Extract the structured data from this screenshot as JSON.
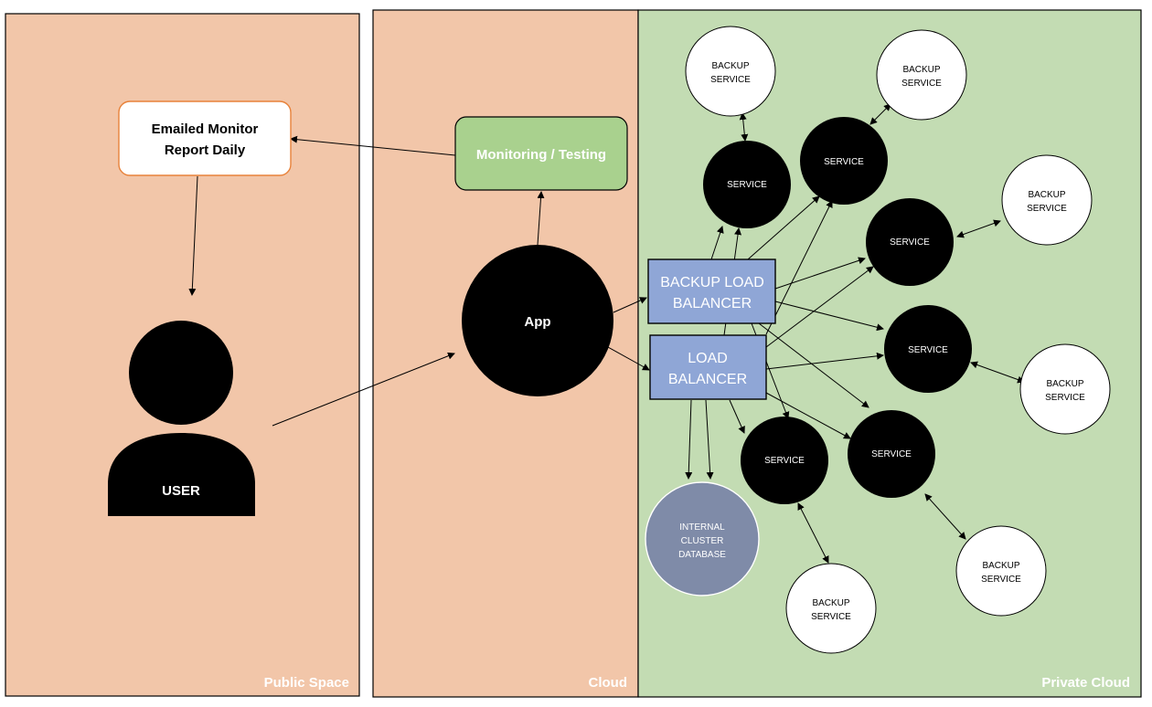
{
  "zones": {
    "public": {
      "label": "Public Space",
      "color": "#f2c6a9"
    },
    "cloud": {
      "label": "Cloud",
      "color": "#f2c6a9"
    },
    "private": {
      "label": "Private Cloud",
      "color": "#c3dcb3"
    }
  },
  "nodes": {
    "email_report": {
      "line1": "Emailed Monitor",
      "line2": "Report Daily"
    },
    "monitoring": {
      "label": "Monitoring / Testing",
      "color": "#a9d18e"
    },
    "user": {
      "label": "USER"
    },
    "app": {
      "label": "App"
    },
    "backup_lb": {
      "line1": "BACKUP LOAD",
      "line2": "BALANCER",
      "color": "#8fa6d6"
    },
    "lb": {
      "line1": "LOAD",
      "line2": "BALANCER",
      "color": "#8fa6d6"
    },
    "database": {
      "line1": "INTERNAL",
      "line2": "CLUSTER",
      "line3": "DATABASE",
      "color": "#7f8ba8"
    },
    "service_label": "SERVICE",
    "backup_service": {
      "line1": "BACKUP",
      "line2": "SERVICE"
    }
  }
}
